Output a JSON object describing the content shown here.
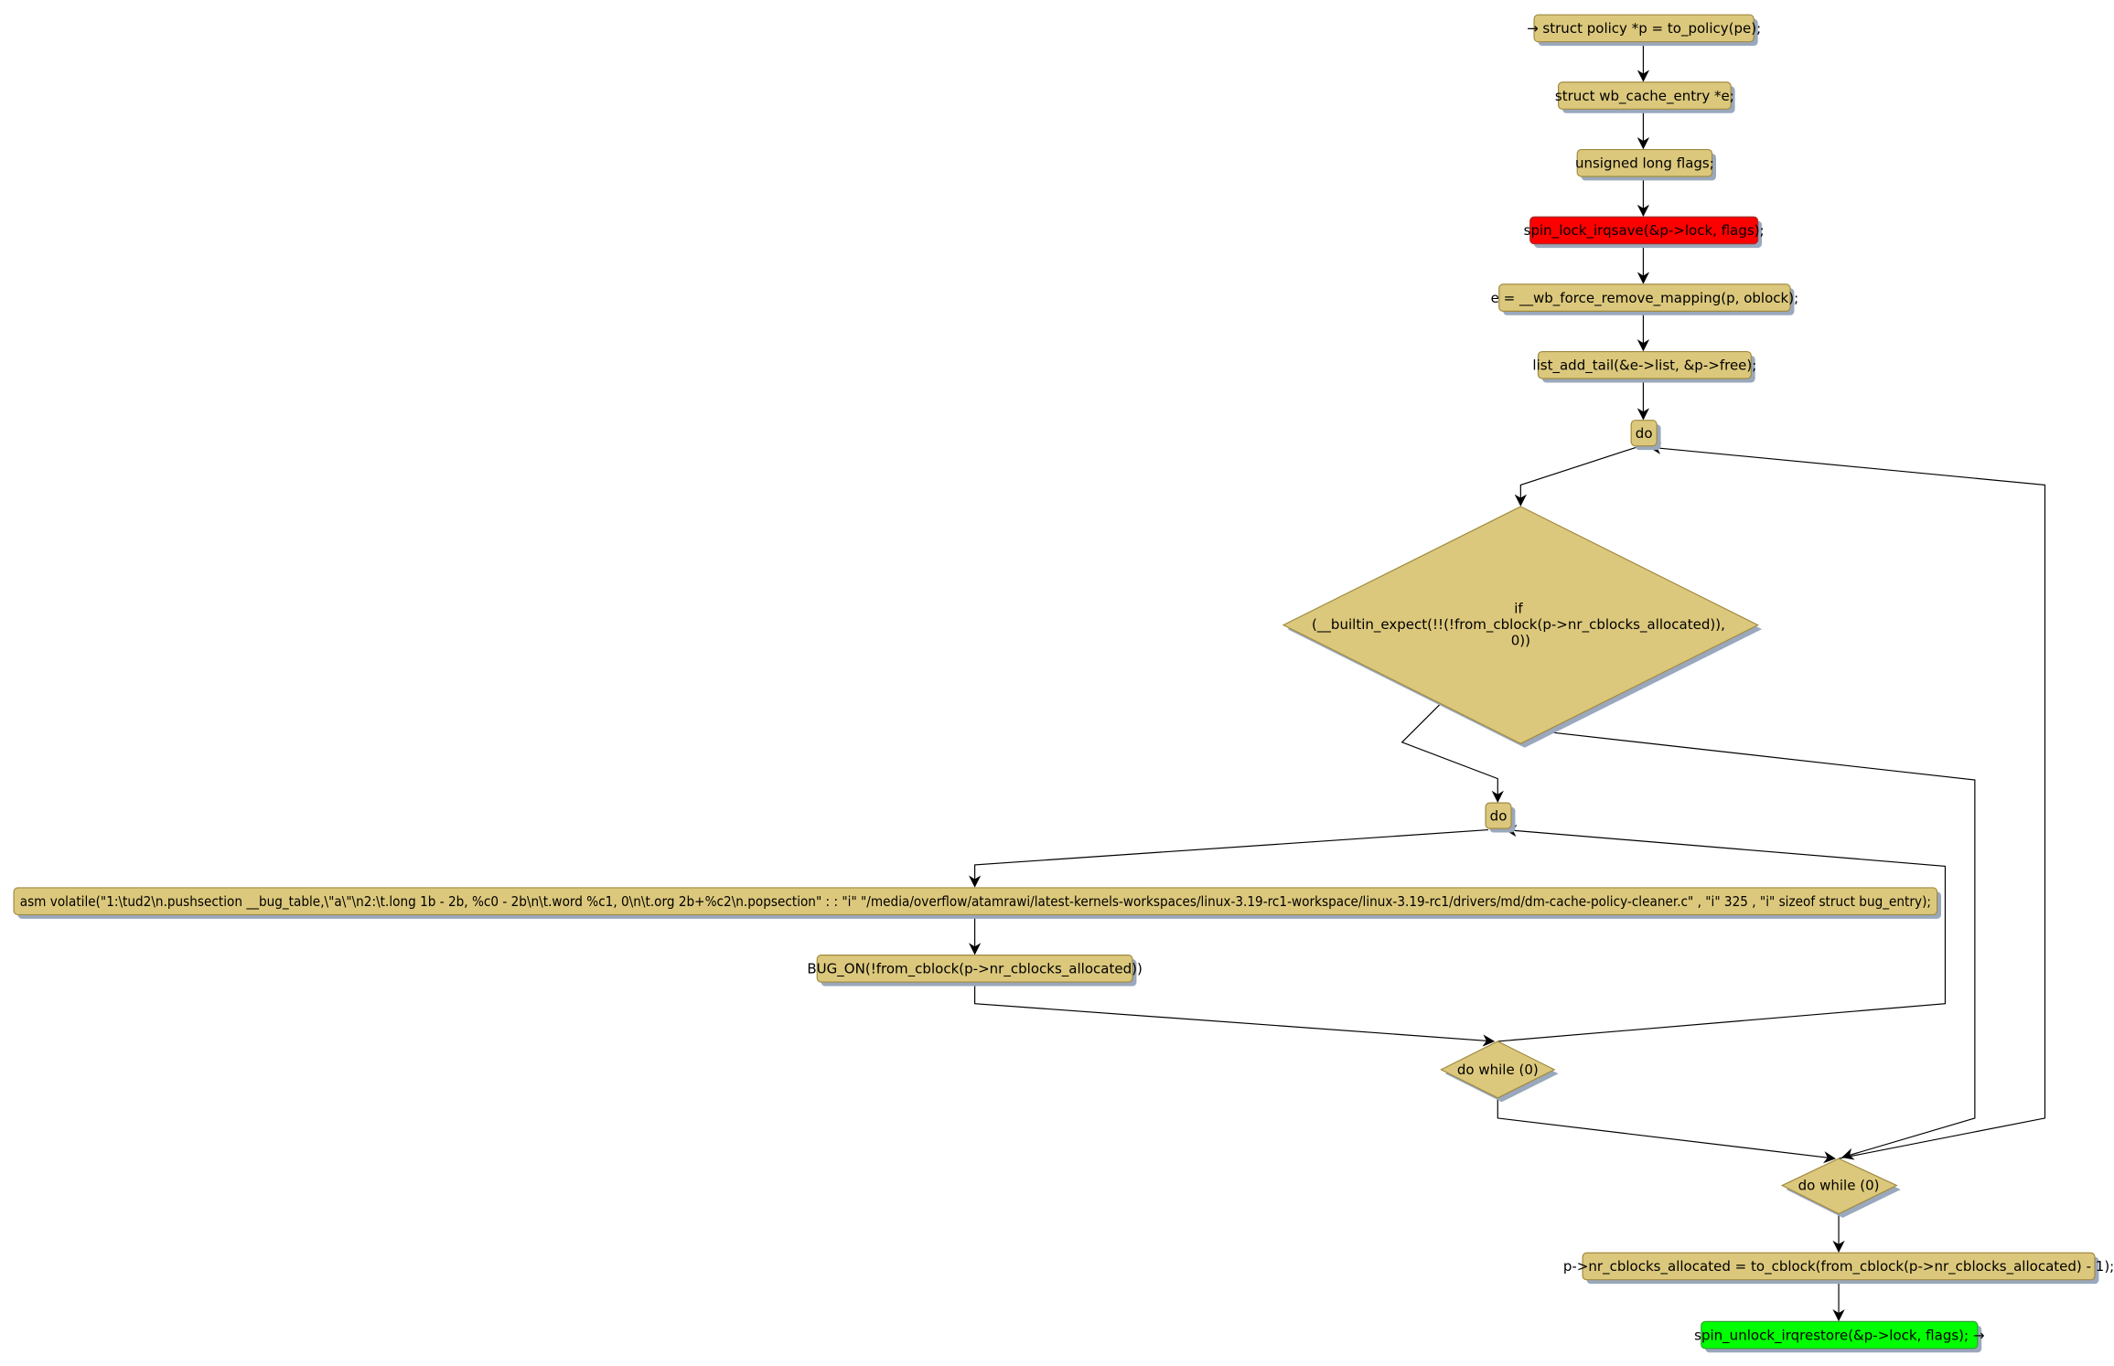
{
  "colors": {
    "node": "#dcc87c",
    "start": "#dcc87c",
    "lock": "#ff0000",
    "end": "#00ff00",
    "border": "#a08a40",
    "shadow": "#9aa8bd"
  },
  "nodes": {
    "start": "→ struct policy *p = to_policy(pe);",
    "decl_entry": "struct wb_cache_entry *e;",
    "decl_flags": "unsigned long flags;",
    "lock": "spin_lock_irqsave(&p->lock, flags);",
    "remove": "e = __wb_force_remove_mapping(p, oblock);",
    "list_add": "list_add_tail(&e->list, &p->free);",
    "do_outer": "do",
    "if_lines": [
      "if",
      "(__builtin_expect(!!(!from_cblock(p->nr_cblocks_allocated)),",
      "0))"
    ],
    "do_inner": "do",
    "asm": "asm volatile(\"1:\\tud2\\n.pushsection __bug_table,\\\"a\\\"\\n2:\\t.long 1b - 2b, %c0 - 2b\\n\\t.word %c1, 0\\n\\t.org 2b+%c2\\n.popsection\" : : \"i\" \"/media/overflow/atamrawi/latest-kernels-workspaces/linux-3.19-rc1-workspace/linux-3.19-rc1/drivers/md/dm-cache-policy-cleaner.c\" , \"i\" 325 , \"i\" sizeof struct bug_entry);",
    "bug_on": "BUG_ON(!from_cblock(p->nr_cblocks_allocated))",
    "do_while_inner": "do while (0)",
    "do_while_outer": "do while (0)",
    "decrement": "p->nr_cblocks_allocated = to_cblock(from_cblock(p->nr_cblocks_allocated) - 1);",
    "end": "spin_unlock_irqrestore(&p->lock, flags); →"
  }
}
